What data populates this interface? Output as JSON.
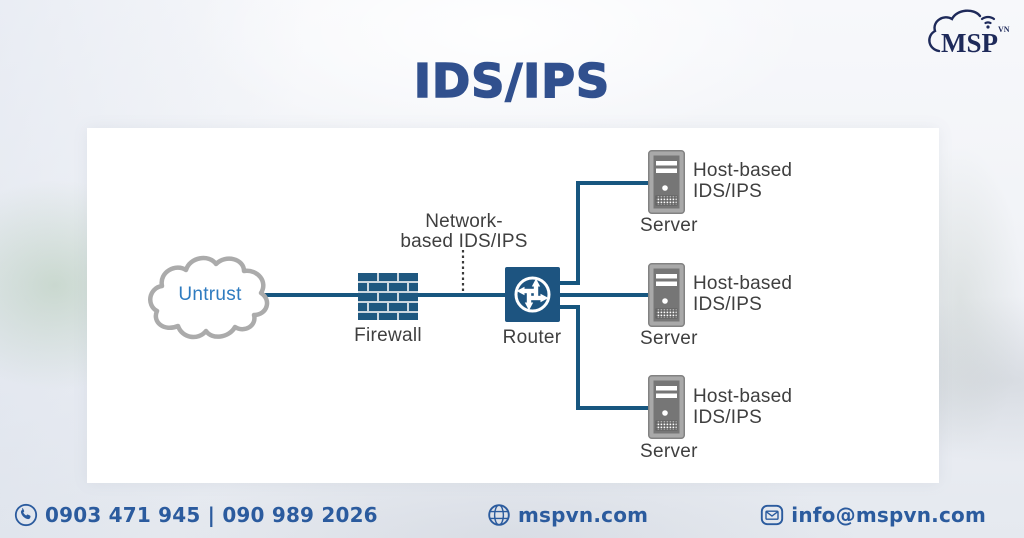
{
  "logo": {
    "text": "MSP",
    "superscript": "VN"
  },
  "header": {
    "title": "IDS/IPS"
  },
  "diagram": {
    "cloud_label": "Untrust",
    "firewall_label": "Firewall",
    "router_label": "Router",
    "network_label_line1": "Network-",
    "network_label_line2": "based IDS/IPS",
    "servers": [
      {
        "label": "Server",
        "annotation_line1": "Host-based",
        "annotation_line2": "IDS/IPS"
      },
      {
        "label": "Server",
        "annotation_line1": "Host-based",
        "annotation_line2": "IDS/IPS"
      },
      {
        "label": "Server",
        "annotation_line1": "Host-based",
        "annotation_line2": "IDS/IPS"
      }
    ]
  },
  "footer": {
    "phone": "0903 471 945  | 090 989 2026",
    "website": "mspvn.com",
    "email": "info@mspvn.com"
  },
  "colors": {
    "title_blue": "#31508e",
    "footer_blue": "#2b5b9e",
    "line_blue": "#17567f",
    "device_blue": "#1d5480",
    "untrust_text": "#2e7bc0",
    "label_gray": "#3f3f3f",
    "cloud_stroke": "#ababab"
  }
}
